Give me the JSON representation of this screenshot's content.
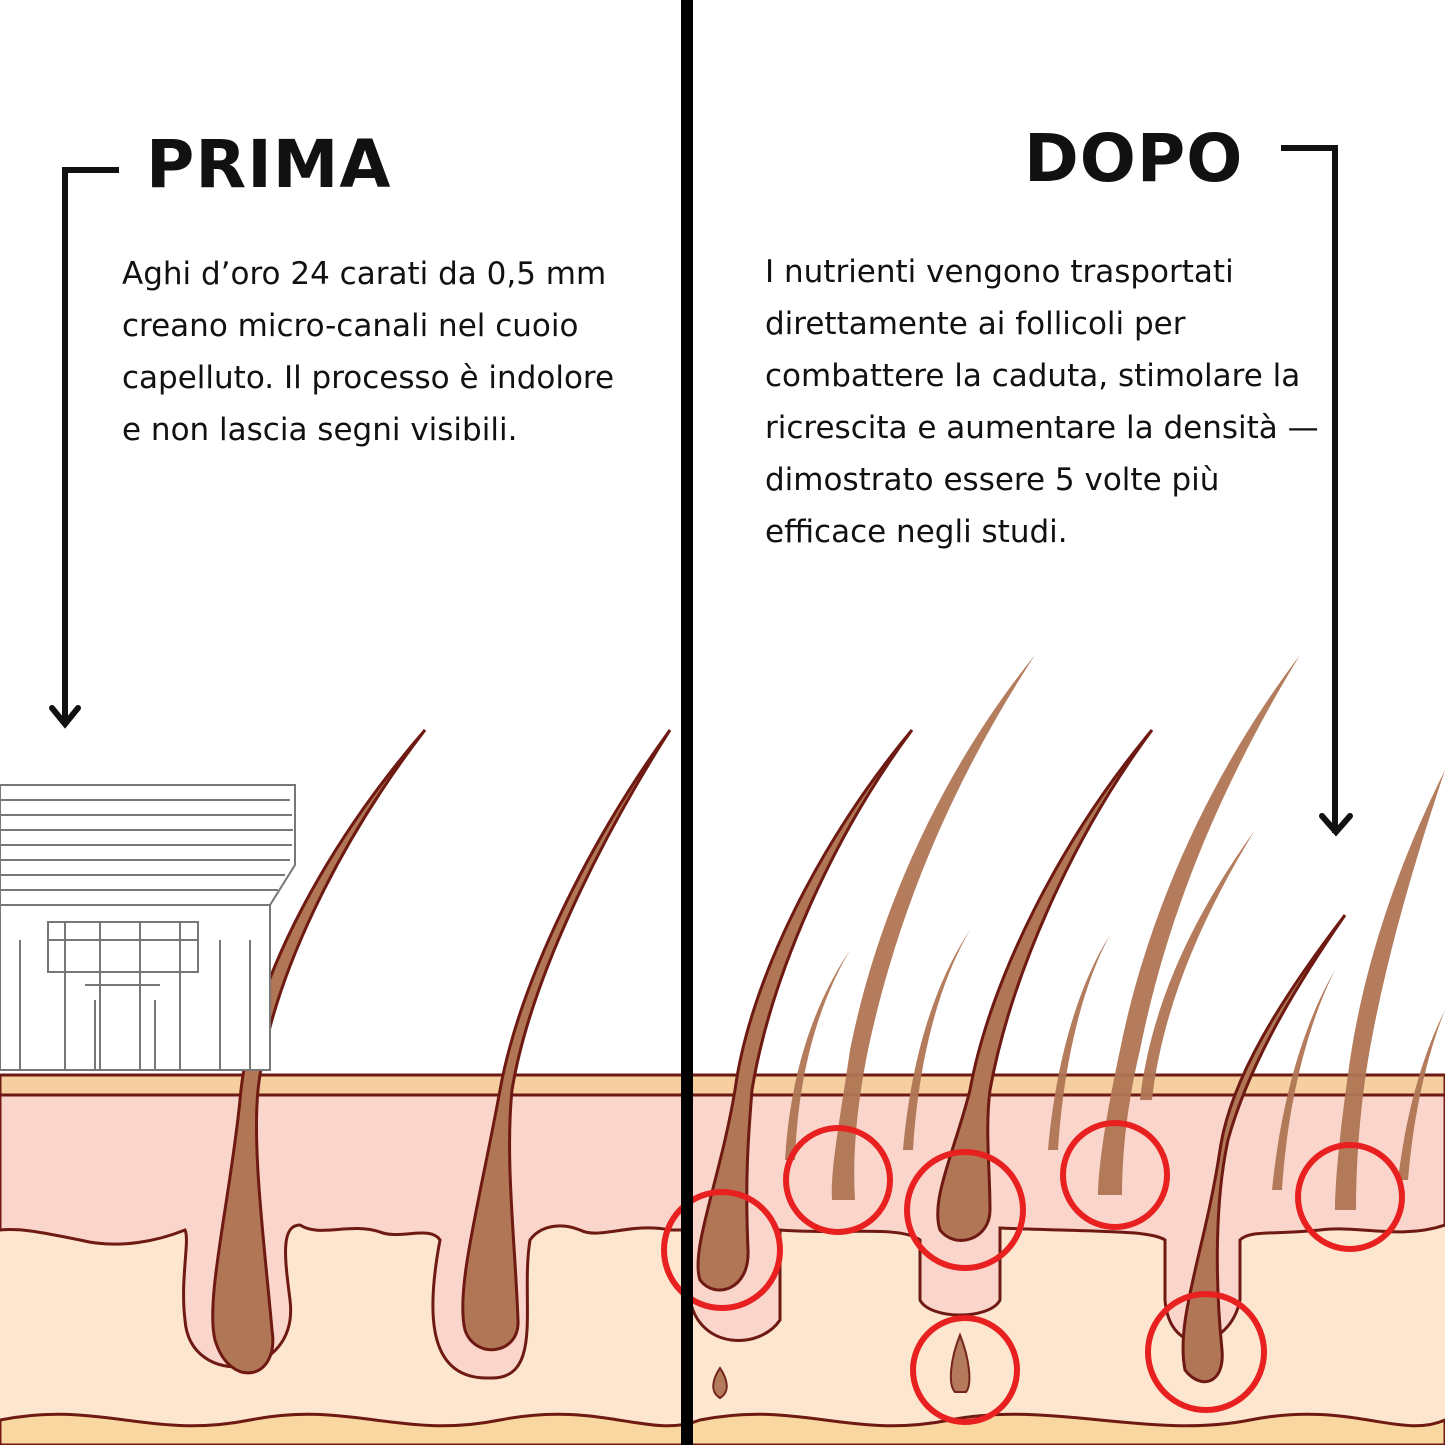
{
  "left_panel": {
    "title": "PRIMA",
    "description": "Aghi d’oro 24 carati da 0,5 mm creano micro-canali nel cuoio capelluto. Il processo è indolore e non lascia segni visibili."
  },
  "right_panel": {
    "title": "DOPO",
    "description": "I nutrienti vengono trasportati direttamente ai follicoli per combattere la caduta, stimolare la ricrescita e aumentare la densità — dimostrato essere 5 volte più efficace negli studi."
  },
  "colors": {
    "divider": "#000000",
    "highlight_circle": "#e8201f",
    "hair": "#b07655",
    "hair_outline": "#6e1a12",
    "epidermis": "#f5cfa0",
    "dermis": "#f9d5cb",
    "hypodermis": "#fce6cf",
    "fat_layer": "#f8d7a0"
  },
  "icons": [
    "arrow-down-icon",
    "arrow-down-icon"
  ]
}
